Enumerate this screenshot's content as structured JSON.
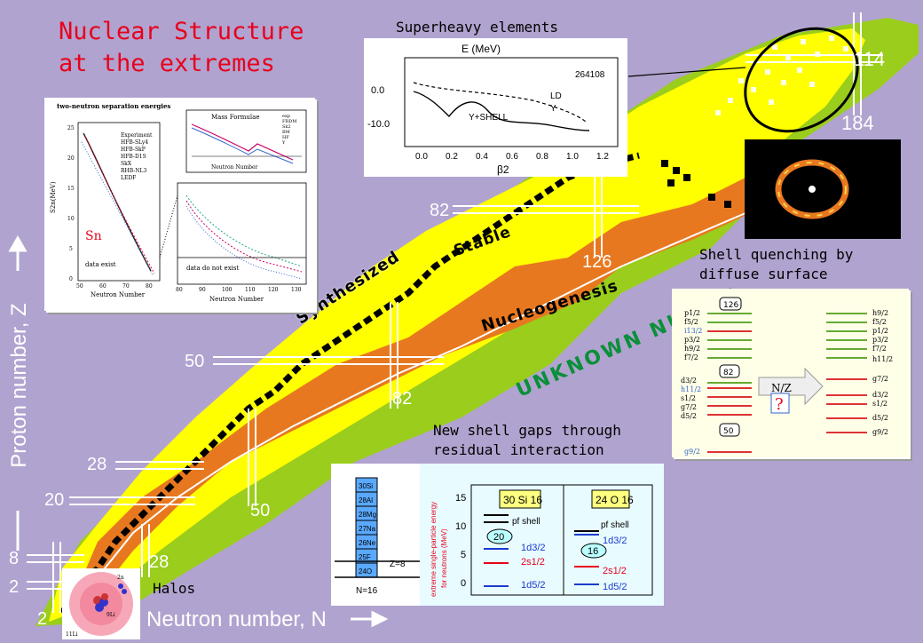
{
  "title_lines": [
    "Nuclear Structure",
    "at the extremes"
  ],
  "captions": {
    "superheavy": "Superheavy elements",
    "shell_quenching": [
      "Shell quenching by",
      "diffuse surface"
    ],
    "new_shell_gaps": [
      "New shell gaps through",
      "residual interaction"
    ],
    "halos": "Halos"
  },
  "band_labels": {
    "stable": "Stable",
    "synthesized": "Synthesized",
    "nucleogenesis": "Nucleogenesis",
    "unknown": "UNKNOWN NUCLEI"
  },
  "axes": {
    "x_label": "Neutron number, N",
    "y_label": "Proton number, Z"
  },
  "magic_numbers": {
    "z": [
      "2",
      "8",
      "20",
      "28",
      "50",
      "82",
      "114"
    ],
    "n": [
      "2",
      "28",
      "50",
      "82",
      "126",
      "184"
    ]
  },
  "two_neutron_panel": {
    "title": "two-neutron separation energies",
    "mass_title": "Mass Formulae",
    "element": "Sn",
    "y_label": "S2n(MeV)",
    "x_label": "Neutron Number",
    "data_exist": "data exist",
    "data_not_exist": "data do not exist",
    "legend": [
      "Experiment",
      "HFB-SLy4",
      "HFB-SkP",
      "HFB-D1S",
      "SkX",
      "RHB-NL3",
      "LEDF"
    ],
    "x_ticks_left": [
      "50",
      "60",
      "70",
      "80"
    ],
    "x_ticks_right": [
      "80",
      "90",
      "100",
      "110",
      "120",
      "130"
    ],
    "y_ticks": [
      "25",
      "20",
      "15",
      "10",
      "5",
      "0"
    ],
    "mass_legend": [
      "exp",
      "FRDM",
      "Sk2",
      "BM",
      "HF",
      "Y"
    ]
  },
  "superheavy_panel": {
    "y_label": "E  (MeV)",
    "y_ticks": [
      "0.0",
      "-10.0"
    ],
    "x_ticks": [
      "0.0",
      "0.2",
      "0.4",
      "0.6",
      "0.8",
      "1.0",
      "1.2"
    ],
    "x_label": "β2",
    "nucleus": "264108",
    "ld_label": "LD",
    "y_curve_label": "Y",
    "shell_label": "Y+SHELL"
  },
  "shell_panel": {
    "left_levels": [
      "p1/2",
      "f5/2",
      "i13/2",
      "p3/2",
      "h9/2",
      "f7/2",
      "d3/2",
      "h11/2",
      "s1/2",
      "g7/2",
      "d5/2",
      "g9/2"
    ],
    "right_levels": [
      "h9/2",
      "f5/2",
      "p1/2",
      "p3/2",
      "f7/2",
      "h11/2",
      "g7/2",
      "d3/2",
      "s1/2",
      "d5/2",
      "g9/2"
    ],
    "boxes": [
      "126",
      "82",
      "50"
    ],
    "arrow_label": "N/Z",
    "question": "?"
  },
  "new_gaps_panel": {
    "isotopes": [
      "30Si",
      "28Al",
      "28Mg",
      "27Na",
      "26Ne",
      "25F",
      "24O"
    ],
    "z_label": "Z=8",
    "n_label": "N=16",
    "y_label": [
      "extreme single-particle energy",
      "for neutrons (MeV)"
    ],
    "y_ticks": [
      "15",
      "10",
      "5",
      "0"
    ],
    "si_label": "30 Si 16",
    "o_label": "24 O 16",
    "pf_shell": "pf shell",
    "gap_si": "20",
    "gap_o": "16",
    "orbitals": [
      "1d3/2",
      "2s1/2",
      "1d5/2"
    ]
  },
  "halo_panel": {
    "labels": [
      "2n",
      "9Li",
      "11Li"
    ]
  },
  "colors": {
    "background": "#b1a3cf",
    "unknown_band": "#9acd1c",
    "nucleogenesis": "#e8781f",
    "known": "#ffff00",
    "title": "#e8001c",
    "unknown_text": "#0a8f3a"
  }
}
